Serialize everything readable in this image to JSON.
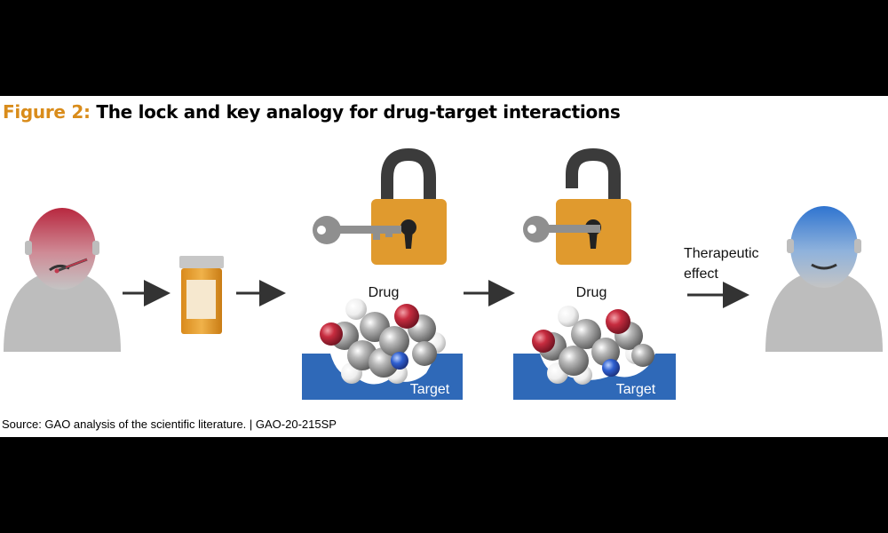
{
  "title": {
    "label": "Figure 2:",
    "text": "The lock and key analogy for drug-target interactions"
  },
  "labels": {
    "drug_1": "Drug",
    "drug_2": "Drug",
    "target_1": "Target",
    "target_2": "Target",
    "effect_line1": "Therapeutic",
    "effect_line2": "effect"
  },
  "source": "Source: GAO analysis of the scientific literature.  |  GAO-20-215SP",
  "colors": {
    "title_accent": "#d98c1b",
    "sick_head": "#c0394e",
    "healthy_head": "#3f7fd0",
    "person_body": "#bdbdbd",
    "lock_body": "#e09a2e",
    "lock_shackle": "#3b3b3b",
    "key": "#8f8f8f",
    "target_block": "#2f69b8",
    "arrow": "#333333"
  }
}
